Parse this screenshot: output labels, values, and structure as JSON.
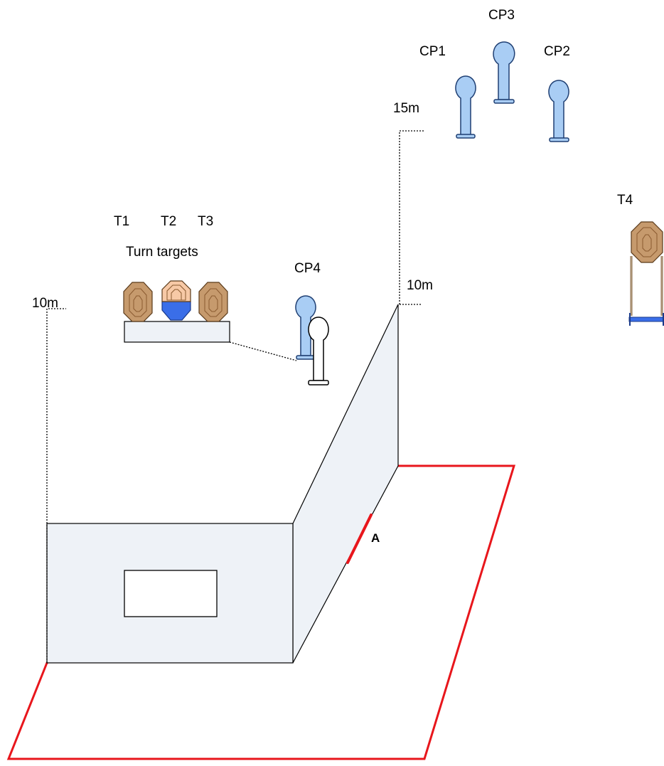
{
  "labels": {
    "cp1": "CP1",
    "cp2": "CP2",
    "cp3": "CP3",
    "cp4": "CP4",
    "t1": "T1",
    "t2": "T2",
    "t3": "T3",
    "t4": "T4",
    "turn_targets": "Turn targets",
    "dist_15m": "15m",
    "dist_10m_left": "10m",
    "dist_10m_right": "10m",
    "point_a": "A"
  },
  "colors": {
    "fault_line": "#e8161c",
    "wall_fill": "#eef2f7",
    "steel": "#c69a6d",
    "popper": "#a9cdf4",
    "no_shoot": "#ffffff",
    "turn_target_base": "#3a6ee8"
  }
}
